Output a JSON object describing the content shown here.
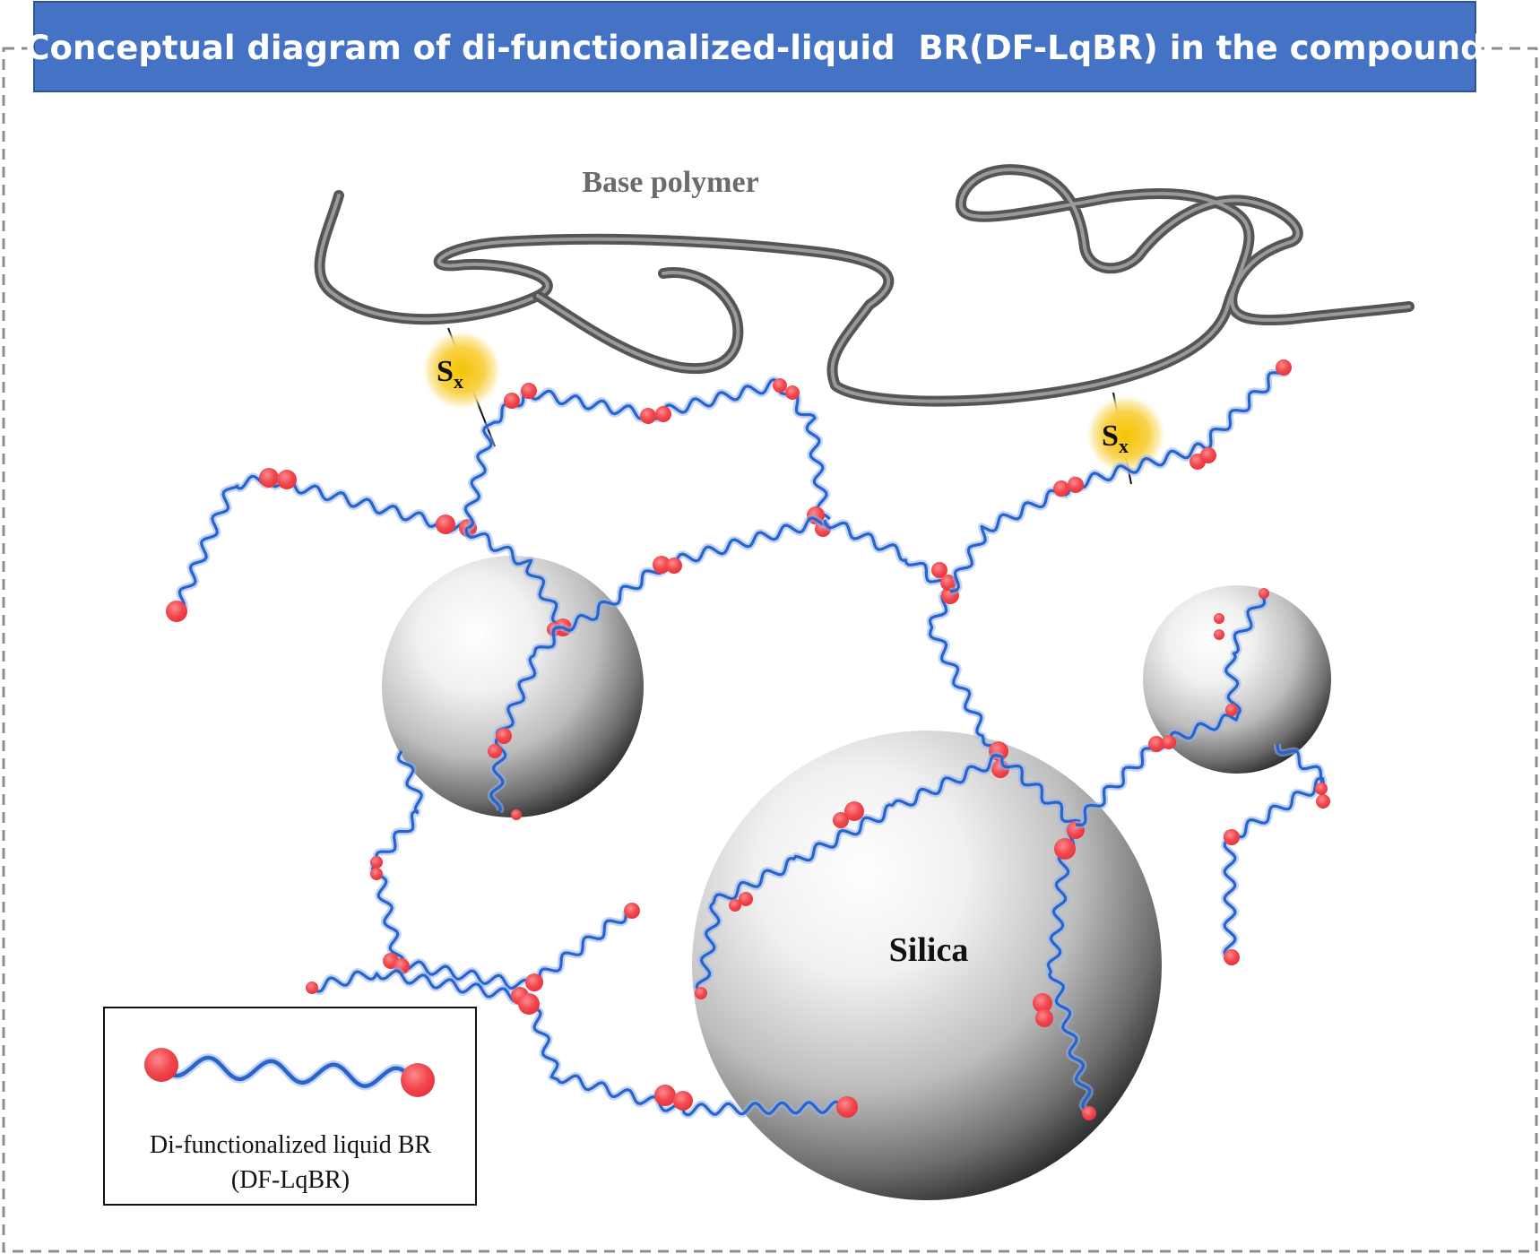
{
  "title": "Conceptual diagram of di-functionalized-liquid  BR(DF-LqBR) in the compound",
  "labels": {
    "base_polymer": "Base polymer",
    "silica": "Silica",
    "sulfur_main": "S",
    "sulfur_sub": "x"
  },
  "legend": {
    "line1": "Di-functionalized liquid BR",
    "line2": "(DF-LqBR)"
  },
  "colors": {
    "title_bar": "#4472C4",
    "chain": "#2a64c8",
    "chain_glow": "#8fb3f0",
    "end_group": "#f0484f",
    "polymer": "#666666",
    "sulfur_glow": "#f5c400",
    "border": "#8c8c8c"
  }
}
